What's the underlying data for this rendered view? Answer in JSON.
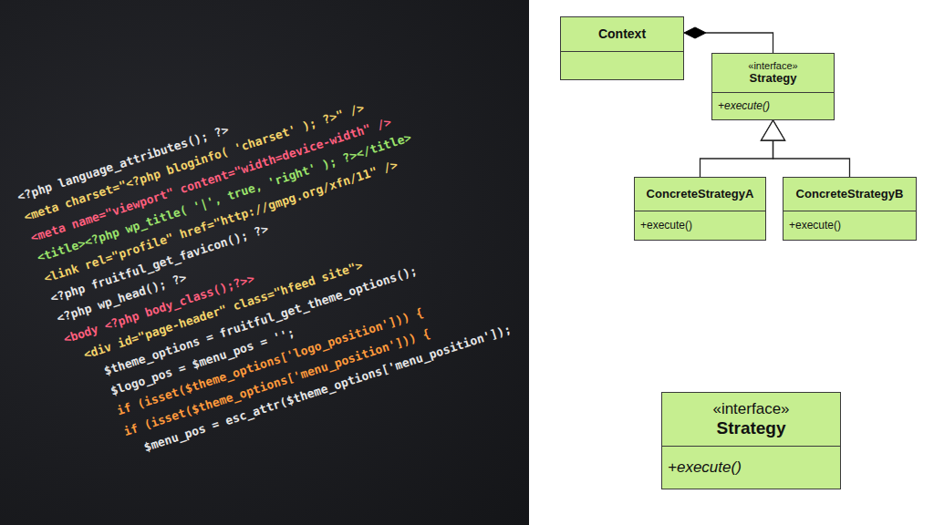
{
  "diagram": {
    "nodes": [
      {
        "text": [
          "Context"
        ]
      },
      {
        "text": [
          "«interface»",
          "Strategy",
          "+execute()"
        ]
      },
      {
        "text": [
          "ConcreteStrategyA",
          "+execute()"
        ]
      },
      {
        "text": [
          "ConcreteStrategyB",
          "+execute()"
        ]
      },
      {
        "text": [
          "«interface»",
          "Strategy",
          "+execute()"
        ]
      }
    ],
    "edges": [
      {
        "from": 1,
        "to": 0,
        "arrow": "to"
      },
      {
        "from": 2,
        "to": 1,
        "arrow": "to"
      },
      {
        "from": 3,
        "to": 1,
        "arrow": "to"
      }
    ],
    "labels": [
      "<?php language_attributes(); ?>",
      "<meta charset=\"<?php bloginfo( 'charset' ); ?>\" />",
      "<meta name=\"viewport\" content=\"width=device-width\" />",
      "<title><?php wp_title( '|', true, 'right' ); ?></title>",
      "<link rel=\"profile\" href=\"http://gmpg.org/xfn/11\" />",
      "<?php fruitful_get_favicon(); ?>",
      "<?php wp_head(); ?>",
      "<body <?php body_class();?>>",
      "<div id=\"page-header\" class=\"hfeed site\">",
      "$theme_options = fruitful_get_theme_options();",
      "$logo_pos = $menu_pos = '';",
      "if (isset($theme_options['logo_position'])) {",
      "if (isset($theme_options['menu_position'])) {",
      "$menu_pos = esc_attr($theme_options['menu_position']);"
    ]
  }
}
